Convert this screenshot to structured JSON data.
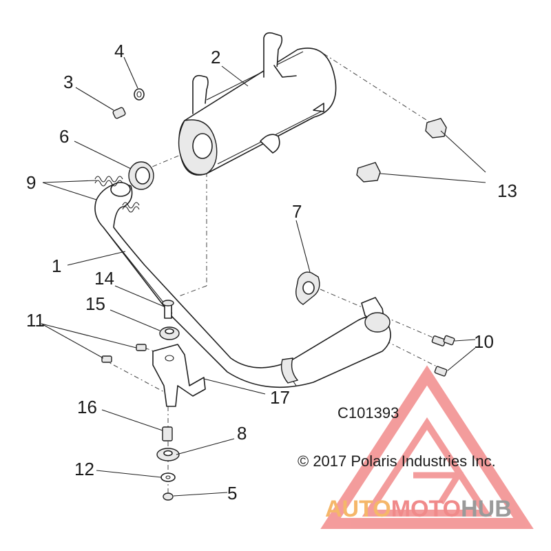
{
  "diagram": {
    "drawing_number": "C101393",
    "copyright": "© 2017 Polaris Industries Inc.",
    "callouts": {
      "c1": "1",
      "c2": "2",
      "c3": "3",
      "c4": "4",
      "c5": "5",
      "c6": "6",
      "c7": "7",
      "c8": "8",
      "c9": "9",
      "c10": "10",
      "c11": "11",
      "c12": "12",
      "c13": "13",
      "c14": "14",
      "c15": "15",
      "c16": "16",
      "c17": "17"
    }
  },
  "watermark": {
    "logo_parts": [
      "AUTO",
      "MOTO",
      "HUB"
    ],
    "colors": {
      "auto": "#f5b76a",
      "moto": "#f08a8a",
      "hub": "#9a9a9a",
      "triangle": "#f28b8b"
    }
  }
}
